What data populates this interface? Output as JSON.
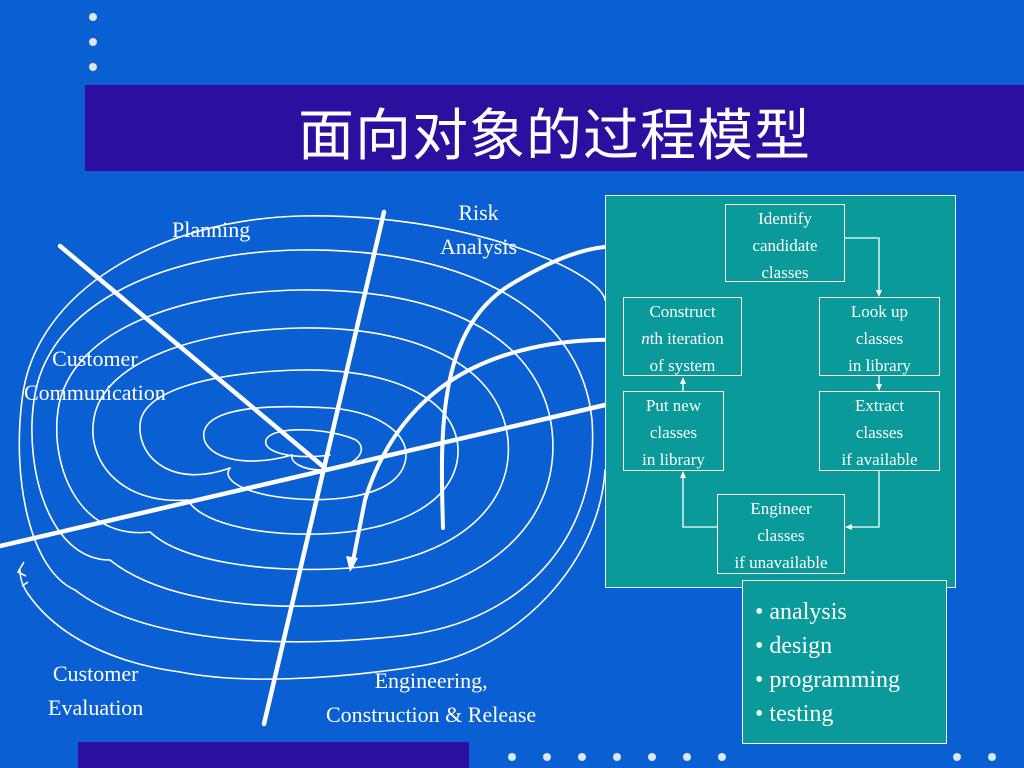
{
  "title": "面向对象的过程模型",
  "colors": {
    "background": "#0a5fd3",
    "title_bar": "#2c0f9e",
    "panel": "#0a9a9a",
    "line": "#ffffff"
  },
  "quadrant_labels": {
    "planning": "Planning",
    "risk_line1": "Risk",
    "risk_line2": "Analysis",
    "comm_line1": "Customer",
    "comm_line2": "Communication",
    "eval_line1": "Customer",
    "eval_line2": "Evaluation",
    "eng_line1": "Engineering,",
    "eng_line2": "Construction & Release"
  },
  "boxes": {
    "identify": [
      "Identify",
      "candidate",
      "classes"
    ],
    "lookup": [
      "Look up",
      "classes",
      "in library"
    ],
    "extract": [
      "Extract",
      "classes",
      "if available"
    ],
    "engineer": [
      "Engineer",
      "classes",
      "if unavailable"
    ],
    "putnew": [
      "Put new",
      "classes",
      "in library"
    ],
    "construct_italic": "n",
    "construct": [
      "Construct",
      "th iteration",
      "of system"
    ]
  },
  "activities": [
    "• analysis",
    "• design",
    "• programming",
    "• testing"
  ]
}
